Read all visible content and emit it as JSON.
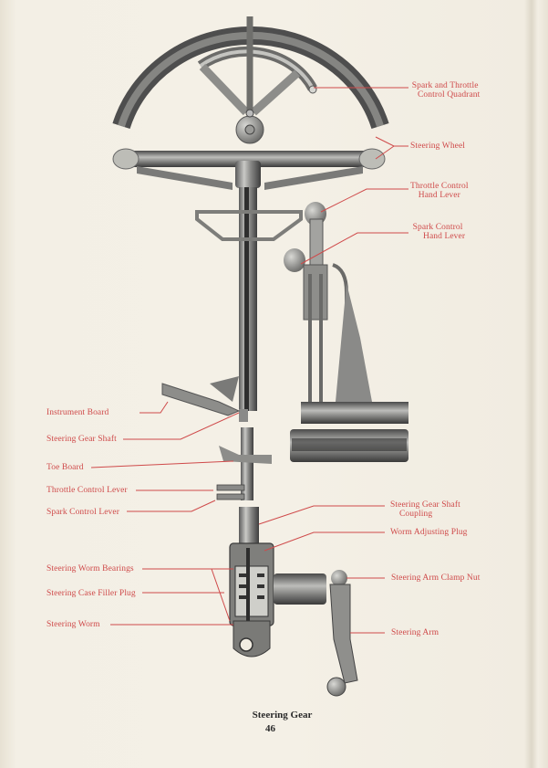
{
  "figure": {
    "caption": "Steering Gear",
    "page_number": "46"
  },
  "labels": {
    "spark_throttle_quadrant": {
      "line1": "Spark and Throttle",
      "line2": "Control Quadrant"
    },
    "steering_wheel": "Steering Wheel",
    "throttle_hand_lever": {
      "line1": "Throttle Control",
      "line2": "Hand Lever"
    },
    "spark_hand_lever": {
      "line1": "Spark Control",
      "line2": "Hand Lever"
    },
    "instrument_board": "Instrument Board",
    "steering_gear_shaft": "Steering Gear Shaft",
    "toe_board": "Toe Board",
    "throttle_control_lever": "Throttle Control Lever",
    "spark_control_lever": "Spark Control Lever",
    "shaft_coupling": {
      "line1": "Steering Gear Shaft",
      "line2": "Coupling"
    },
    "worm_adjusting_plug": "Worm Adjusting Plug",
    "steering_worm_bearings": "Steering Worm Bearings",
    "steering_arm_clamp_nut": "Steering Arm Clamp Nut",
    "steering_case_filler_plug": "Steering Case Filler Plug",
    "steering_worm": "Steering Worm",
    "steering_arm": "Steering Arm"
  },
  "colors": {
    "label_red": "#cf4a4a",
    "paper": "#f4f0e6",
    "caption_text": "#2a2a2a"
  }
}
